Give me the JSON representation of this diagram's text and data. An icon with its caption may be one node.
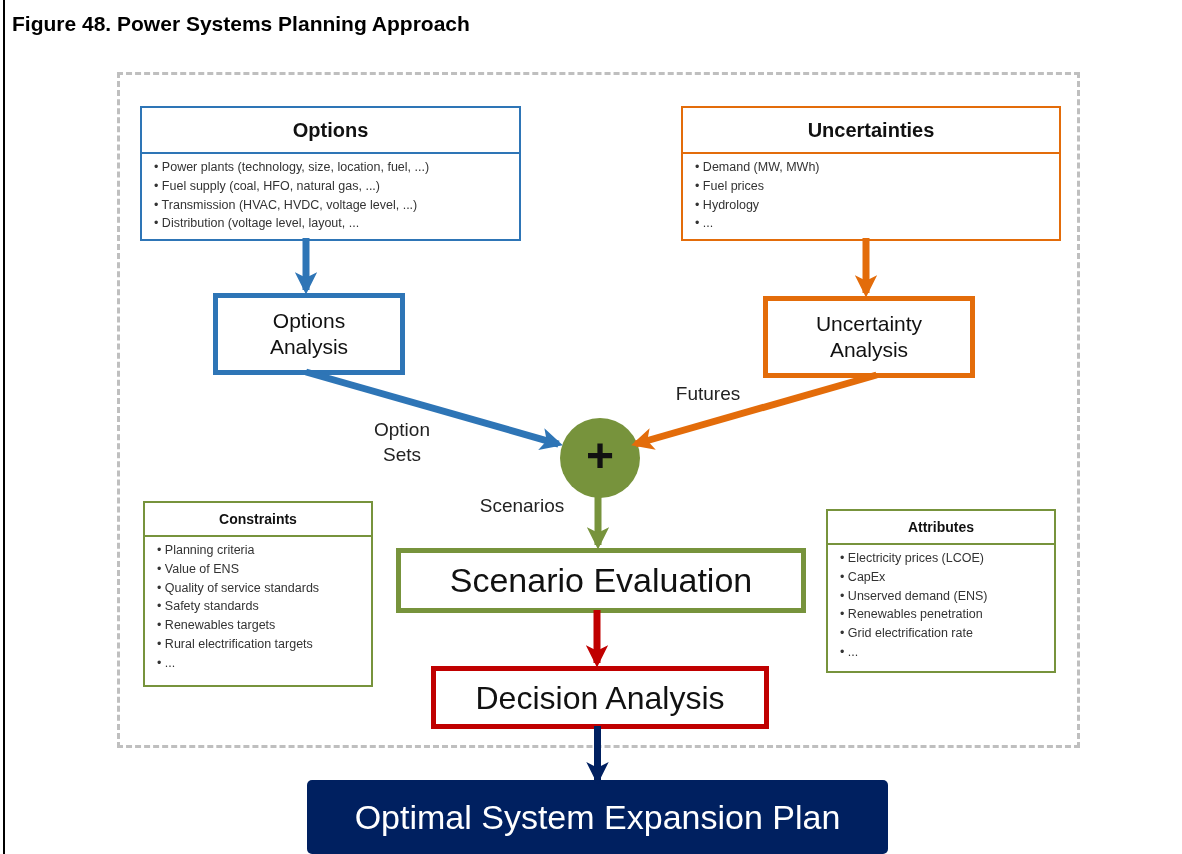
{
  "diagram": {
    "title": "Figure 48. Power Systems Planning Approach",
    "nodes": [
      {
        "text": [],
        "shape": "box"
      },
      {
        "text": [
          "Options",
          "• Power plants (technology, size, location, fuel, ...)",
          "• Fuel supply (coal, HFO, natural gas, ...)",
          "• Transmission (HVAC, HVDC, voltage level, ...)",
          "• Distribution (voltage level, layout, ..."
        ],
        "in": 0
      },
      {
        "text": [
          "Uncertainties",
          "• Demand (MW, MWh)",
          "• Fuel prices",
          "• Hydrology",
          "• ..."
        ],
        "in": 0
      },
      {
        "text": [
          "Options Analysis"
        ],
        "in": 0
      },
      {
        "text": [
          "Uncertainty Analysis"
        ],
        "in": 0
      },
      {
        "text": [
          "+"
        ],
        "in": 0
      },
      {
        "text": [
          "Constraints",
          "• Planning criteria",
          "• Value of ENS",
          "• Quality of service standards",
          "• Safety standards",
          "• Renewables targets",
          "• Rural electrification targets",
          "• ..."
        ],
        "in": 0
      },
      {
        "text": [
          "Scenario Evaluation"
        ],
        "in": 0
      },
      {
        "text": [
          "Attributes",
          "• Electricity prices (LCOE)",
          "• CapEx",
          "• Unserved demand (ENS)",
          "• Renewables penetration",
          "• Grid electrification rate",
          "• ..."
        ],
        "in": 0
      },
      {
        "text": [
          "Decision Analysis"
        ],
        "in": 0
      },
      {
        "text": [
          "Optimal System Expansion Plan"
        ]
      }
    ],
    "edges": [
      {
        "from": 1,
        "to": 3,
        "arrow": "to",
        "color": "#2e75b6"
      },
      {
        "from": 2,
        "to": 4,
        "arrow": "to",
        "color": "#e36c0a"
      },
      {
        "from": 3,
        "to": 5,
        "arrow": "to",
        "label": "Option Sets",
        "color": "#2e75b6"
      },
      {
        "from": 4,
        "to": 5,
        "arrow": "to",
        "label": "Futures",
        "color": "#e36c0a"
      },
      {
        "from": 5,
        "to": 7,
        "arrow": "to",
        "label": "Scenarios",
        "color": "#77933c"
      },
      {
        "from": 7,
        "to": 9,
        "arrow": "to",
        "color": "#c00000"
      },
      {
        "from": 9,
        "to": 10,
        "arrow": "to",
        "color": "#002060"
      }
    ]
  }
}
